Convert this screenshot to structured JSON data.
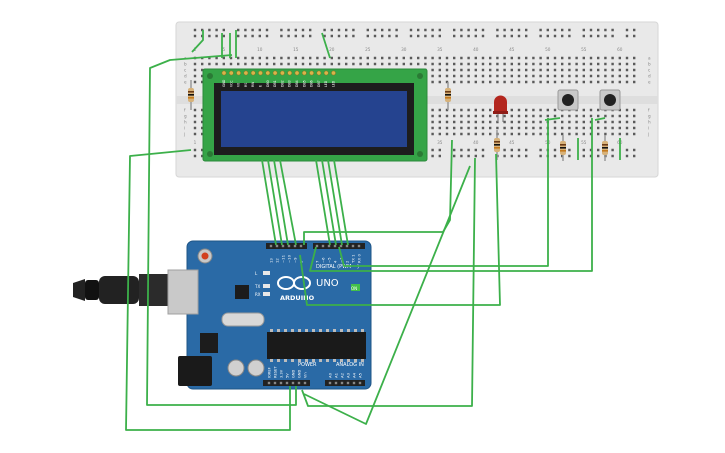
{
  "breadboard": {
    "column_numbers": [
      "1",
      "5",
      "10",
      "15",
      "20",
      "25",
      "30",
      "35",
      "40",
      "45",
      "50",
      "55",
      "60"
    ],
    "row_letters_top": [
      "a",
      "b",
      "c",
      "d",
      "e"
    ],
    "row_letters_bottom": [
      "f",
      "g",
      "h",
      "i",
      "j"
    ]
  },
  "lcd": {
    "pin_labels": [
      "GND",
      "VCC",
      "V0",
      "RS",
      "RW",
      "E",
      "DB0",
      "DB1",
      "DB2",
      "DB3",
      "DB4",
      "DB5",
      "DB6",
      "DB7",
      "LED",
      "LED"
    ]
  },
  "arduino": {
    "brand": "ARDUINO",
    "model": "UNO",
    "digital_label": "DIGITAL (PWM ~)",
    "power_label": "POWER",
    "analog_label": "ANALOG IN",
    "on_label": "ON",
    "led_labels": [
      "L",
      "TX",
      "RX"
    ],
    "digital_pins": [
      "13",
      "12",
      "~11",
      "~10",
      "~9",
      "8",
      "7",
      "~6",
      "~5",
      "4",
      "~3",
      "2",
      "TX 1",
      "RX 0"
    ],
    "power_pins": [
      "IOREF",
      "RESET",
      "3.3V",
      "5V",
      "GND",
      "GND",
      "Vin"
    ],
    "analog_pins": [
      "A0",
      "A1",
      "A2",
      "A3",
      "A4",
      "A5"
    ]
  },
  "colors": {
    "wire": "#3cb04a",
    "board": "#2a6aa6",
    "breadboard": "#e9e9e9",
    "lcd_pcb": "#35a447",
    "lcd_screen": "#25438f",
    "led": "#b3261e"
  }
}
